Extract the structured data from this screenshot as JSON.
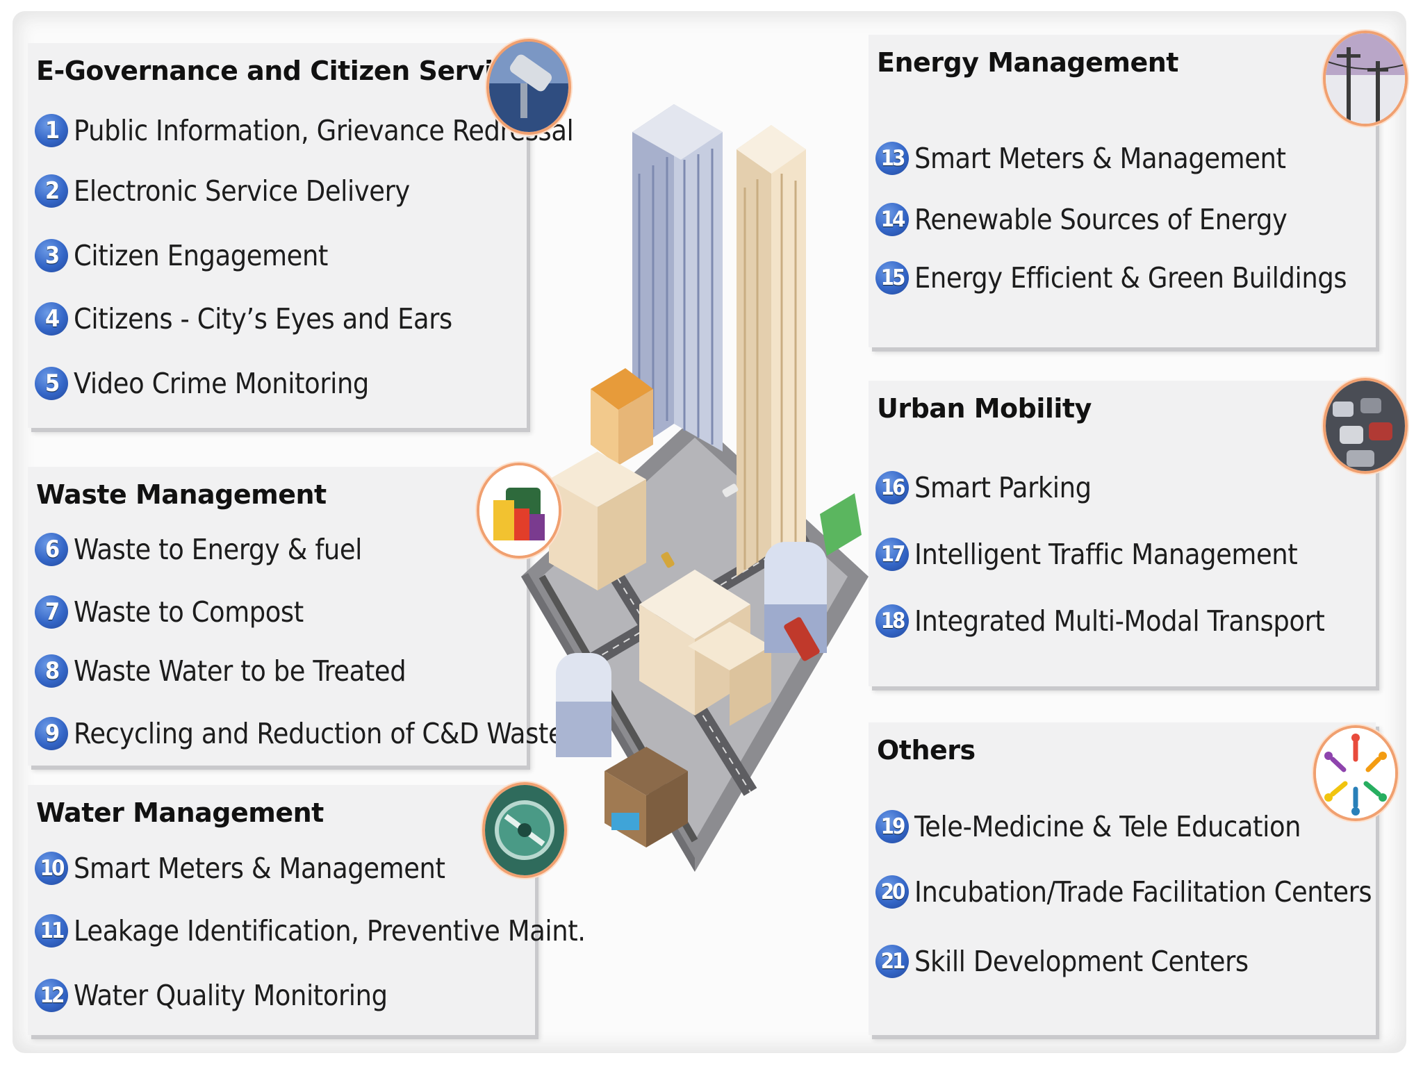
{
  "panels": {
    "egov": {
      "title": "E-Governance and Citizen Services",
      "items": [
        {
          "num": "1",
          "label": "Public Information, Grievance Redressal"
        },
        {
          "num": "2",
          "label": "Electronic Service Delivery"
        },
        {
          "num": "3",
          "label": "Citizen Engagement"
        },
        {
          "num": "4",
          "label": "Citizens - City’s Eyes and Ears"
        },
        {
          "num": "5",
          "label": "Video Crime Monitoring"
        }
      ]
    },
    "waste": {
      "title": "Waste Management",
      "items": [
        {
          "num": "6",
          "label": "Waste to Energy & fuel"
        },
        {
          "num": "7",
          "label": "Waste to Compost"
        },
        {
          "num": "8",
          "label": "Waste Water to be Treated"
        },
        {
          "num": "9",
          "label": "Recycling and Reduction of C&D Waste"
        }
      ]
    },
    "water": {
      "title": "Water Management",
      "items": [
        {
          "num": "10",
          "label": "Smart Meters & Management"
        },
        {
          "num": "11",
          "label": "Leakage Identification, Preventive Maint."
        },
        {
          "num": "12",
          "label": "Water Quality Monitoring"
        }
      ]
    },
    "energy": {
      "title": "Energy Management",
      "items": [
        {
          "num": "13",
          "label": "Smart Meters & Management"
        },
        {
          "num": "14",
          "label": "Renewable Sources of Energy"
        },
        {
          "num": "15",
          "label": "Energy Efficient & Green Buildings"
        }
      ]
    },
    "mobility": {
      "title": "Urban Mobility",
      "items": [
        {
          "num": "16",
          "label": "Smart Parking"
        },
        {
          "num": "17",
          "label": "Intelligent Traffic Management"
        },
        {
          "num": "18",
          "label": "Integrated Multi-Modal Transport"
        }
      ]
    },
    "others": {
      "title": "Others",
      "items": [
        {
          "num": "19",
          "label": "Tele-Medicine & Tele Education"
        },
        {
          "num": "20",
          "label": "Incubation/Trade Facilitation Centers"
        },
        {
          "num": "21",
          "label": "Skill Development Centers"
        }
      ]
    }
  },
  "icons": {
    "egov": "cctv-camera-icon",
    "waste": "waste-bins-icon",
    "water": "water-meter-icon",
    "energy": "power-lines-icon",
    "mobility": "traffic-cars-icon",
    "others": "people-circle-icon"
  },
  "colors": {
    "number_badge": "#3466c7",
    "panel_background": "#f1f1f2",
    "icon_ring": "#f0a070",
    "title_text": "#111111"
  }
}
